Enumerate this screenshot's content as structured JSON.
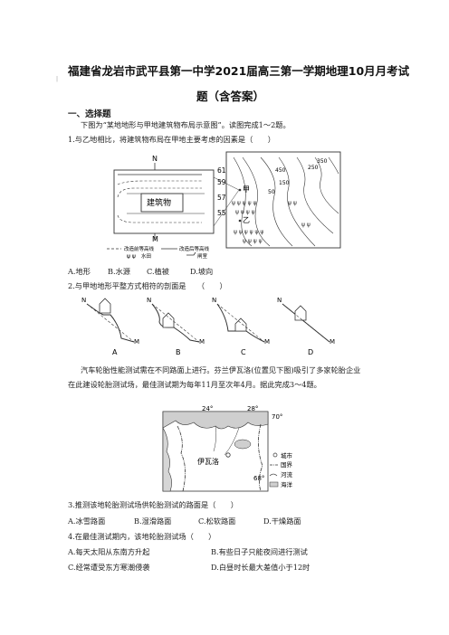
{
  "title_line1": "福建省龙岩市武平县第一中学2021届高三第一学期地理10月月考试",
  "title_line2": "题（含答案）",
  "section1": "一、选择题",
  "intro_1_2": "下图为“某地地形与甲地建筑物布局示意图”。读图完成1～2题。",
  "q1": {
    "stem": "1.与乙地相比，将建筑物布局在甲地主要考虑的因素是（　　）",
    "options": [
      "A.地形",
      "B.水源",
      "C.植被",
      "D.坡向"
    ]
  },
  "fig1": {
    "north": "N",
    "m_label": "M",
    "building": "建筑物",
    "contours": [
      "61",
      "59",
      "57",
      "55"
    ],
    "legend_before": "改造前等高线",
    "legend_after": "改造后等高线",
    "legend_paddy": "水田",
    "legend_gate": "闸室",
    "map_contours": [
      "450",
      "350",
      "250",
      "150",
      "50"
    ],
    "jia": "甲",
    "yi": "乙"
  },
  "q2": {
    "stem": "2.与甲地地形平整方式相符的剖面是　　（　　）",
    "profiles": [
      "A",
      "B",
      "C",
      "D"
    ],
    "n": "N",
    "m": "M"
  },
  "para_3_4": [
    "汽车轮胎性能测试需在不同路面上进行。芬兰伊瓦洛(位置见下图)吸引了多家轮胎企业",
    "在此建设轮胎测试场，最佳测试期为每年11月至次年4月。据此完成3～4题。"
  ],
  "fig2": {
    "lon1": "24°",
    "lon2": "28°",
    "lat1": "70°",
    "lat2": "68°",
    "city": "伊瓦洛",
    "legend": [
      "城市",
      "国界",
      "河流",
      "海洋"
    ]
  },
  "q3": {
    "stem": "3.推测该地轮胎测试场供轮胎测试的路面是（　　）",
    "options": [
      "A.冰雪路面",
      "B.湿滑路面",
      "C.松软路面",
      "D.干燥路面"
    ]
  },
  "q4": {
    "stem": "4.在最佳测试期内，该地轮胎测试场（　　）",
    "options": [
      "A.每天太阳从东南方升起",
      "B.有些日子只能夜间进行测试",
      "C.经常遭受东方寒潮侵袭",
      "D.白昼时长最大差值小于12时"
    ]
  },
  "colors": {
    "text": "#222222",
    "line": "#333333"
  }
}
